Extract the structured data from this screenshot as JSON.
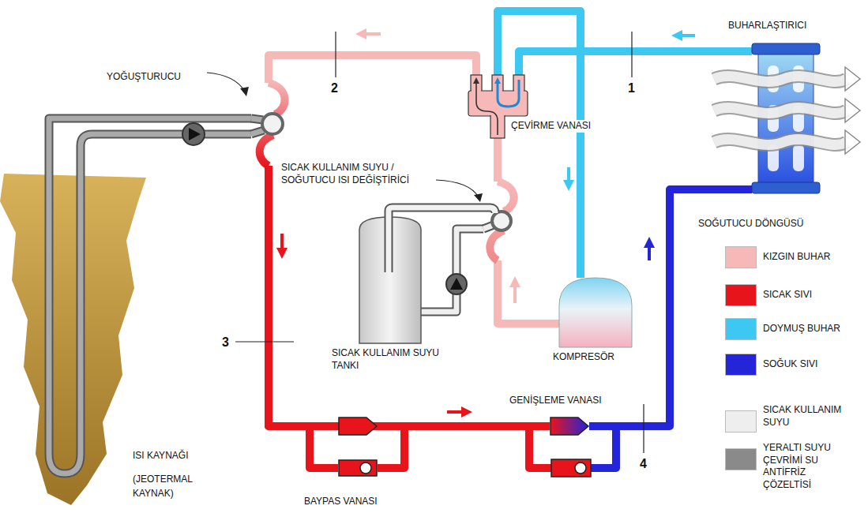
{
  "diagram": {
    "nodes": [
      {
        "text": [
          "ISI KAYNAĞI",
          "(JEOTERMAL KAYNAK)"
        ]
      },
      {
        "text": [
          "YOĞUŞTURUCU"
        ]
      },
      {
        "text": [
          "ÇEVİRME VANASI"
        ]
      },
      {
        "text": [
          "SICAK KULLANIM SUYU / SOĞUTUCU ISI DEĞİŞTİRİCİ"
        ]
      },
      {
        "text": [
          "SICAK KULLANIM SUYU TANKI"
        ]
      },
      {
        "text": [
          "KOMPRESÖR"
        ]
      },
      {
        "text": [
          "BUHARLAŞTIRICI"
        ]
      },
      {
        "text": [
          "GENİŞLEME VANASI"
        ]
      },
      {
        "text": [
          "BAYPAS VANASI"
        ]
      }
    ],
    "edges": [
      {
        "from": 5,
        "to": 3,
        "arrow": "none"
      },
      {
        "from": 3,
        "to": 2,
        "arrow": "none"
      },
      {
        "from": 2,
        "to": 1,
        "arrow": "none"
      },
      {
        "from": 1,
        "to": 7,
        "arrow": "none"
      },
      {
        "from": 7,
        "to": 6,
        "arrow": "none"
      },
      {
        "from": 6,
        "to": 2,
        "arrow": "none"
      },
      {
        "from": 2,
        "to": 5,
        "arrow": "none"
      },
      {
        "from": 1,
        "to": 8,
        "arrow": "none"
      },
      {
        "from": 8,
        "to": 7,
        "arrow": "none"
      },
      {
        "from": 4,
        "to": 3,
        "arrow": "none"
      },
      {
        "from": 0,
        "to": 1,
        "arrow": "none"
      }
    ],
    "labels": [
      "1",
      "2",
      "3",
      "4",
      "SOĞUTUCU DÖNGÜSÜ"
    ],
    "legend": [
      {
        "text": "KIZGIN BUHAR",
        "color": "#f7b8b8"
      },
      {
        "text": "SICAK SIVI",
        "color": "#e8141c"
      },
      {
        "text": "DOYMUŞ BUHAR",
        "color": "#3cc8f0"
      },
      {
        "text": "SOĞUK SIVI",
        "color": "#2424d8"
      },
      {
        "text": "SICAK KULLANIM SUYU",
        "color": "#eeeeee"
      },
      {
        "text": "YERALTI SUYU ÇEVRİMİ SU ANTİFRİZ ÇÖZELTİSİ",
        "color": "#8a8a8a"
      }
    ]
  }
}
